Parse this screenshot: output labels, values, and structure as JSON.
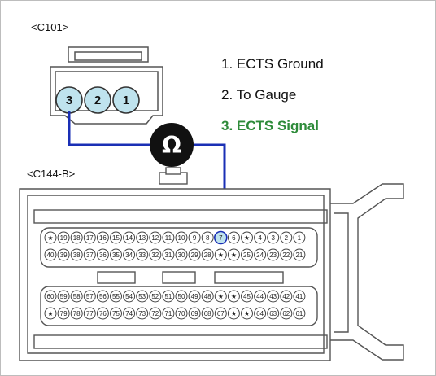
{
  "connector_c101": {
    "label": "<C101>",
    "pins": [
      "3",
      "2",
      "1"
    ]
  },
  "connector_c144b": {
    "label": "<C144-B>",
    "rows": [
      [
        "★",
        "19",
        "18",
        "17",
        "16",
        "15",
        "14",
        "13",
        "12",
        "11",
        "10",
        "9",
        "8",
        "7",
        "6",
        "★",
        "4",
        "3",
        "2",
        "1"
      ],
      [
        "40",
        "39",
        "38",
        "37",
        "36",
        "35",
        "34",
        "33",
        "32",
        "31",
        "30",
        "29",
        "28",
        "★",
        "★",
        "25",
        "24",
        "23",
        "22",
        "21"
      ],
      [
        "60",
        "59",
        "58",
        "57",
        "56",
        "55",
        "54",
        "53",
        "52",
        "51",
        "50",
        "49",
        "48",
        "★",
        "★",
        "45",
        "44",
        "43",
        "42",
        "41"
      ],
      [
        "★",
        "79",
        "78",
        "77",
        "76",
        "75",
        "74",
        "73",
        "72",
        "71",
        "70",
        "69",
        "68",
        "67",
        "★",
        "★",
        "64",
        "63",
        "62",
        "61"
      ]
    ],
    "highlighted_pin": "7"
  },
  "legend": {
    "items": [
      {
        "text": "1. ECTS Ground",
        "color": "#111111"
      },
      {
        "text": "2. To Gauge",
        "color": "#111111"
      },
      {
        "text": "3. ECTS Signal",
        "color": "#2e8b3a"
      }
    ]
  },
  "meter": {
    "symbol": "Ω",
    "wire_color": "#1a2fb5"
  },
  "colors": {
    "pin_fill": "#bfe3ee",
    "connector_outline": "#555555",
    "highlight_fill": "#bfe3ee"
  }
}
